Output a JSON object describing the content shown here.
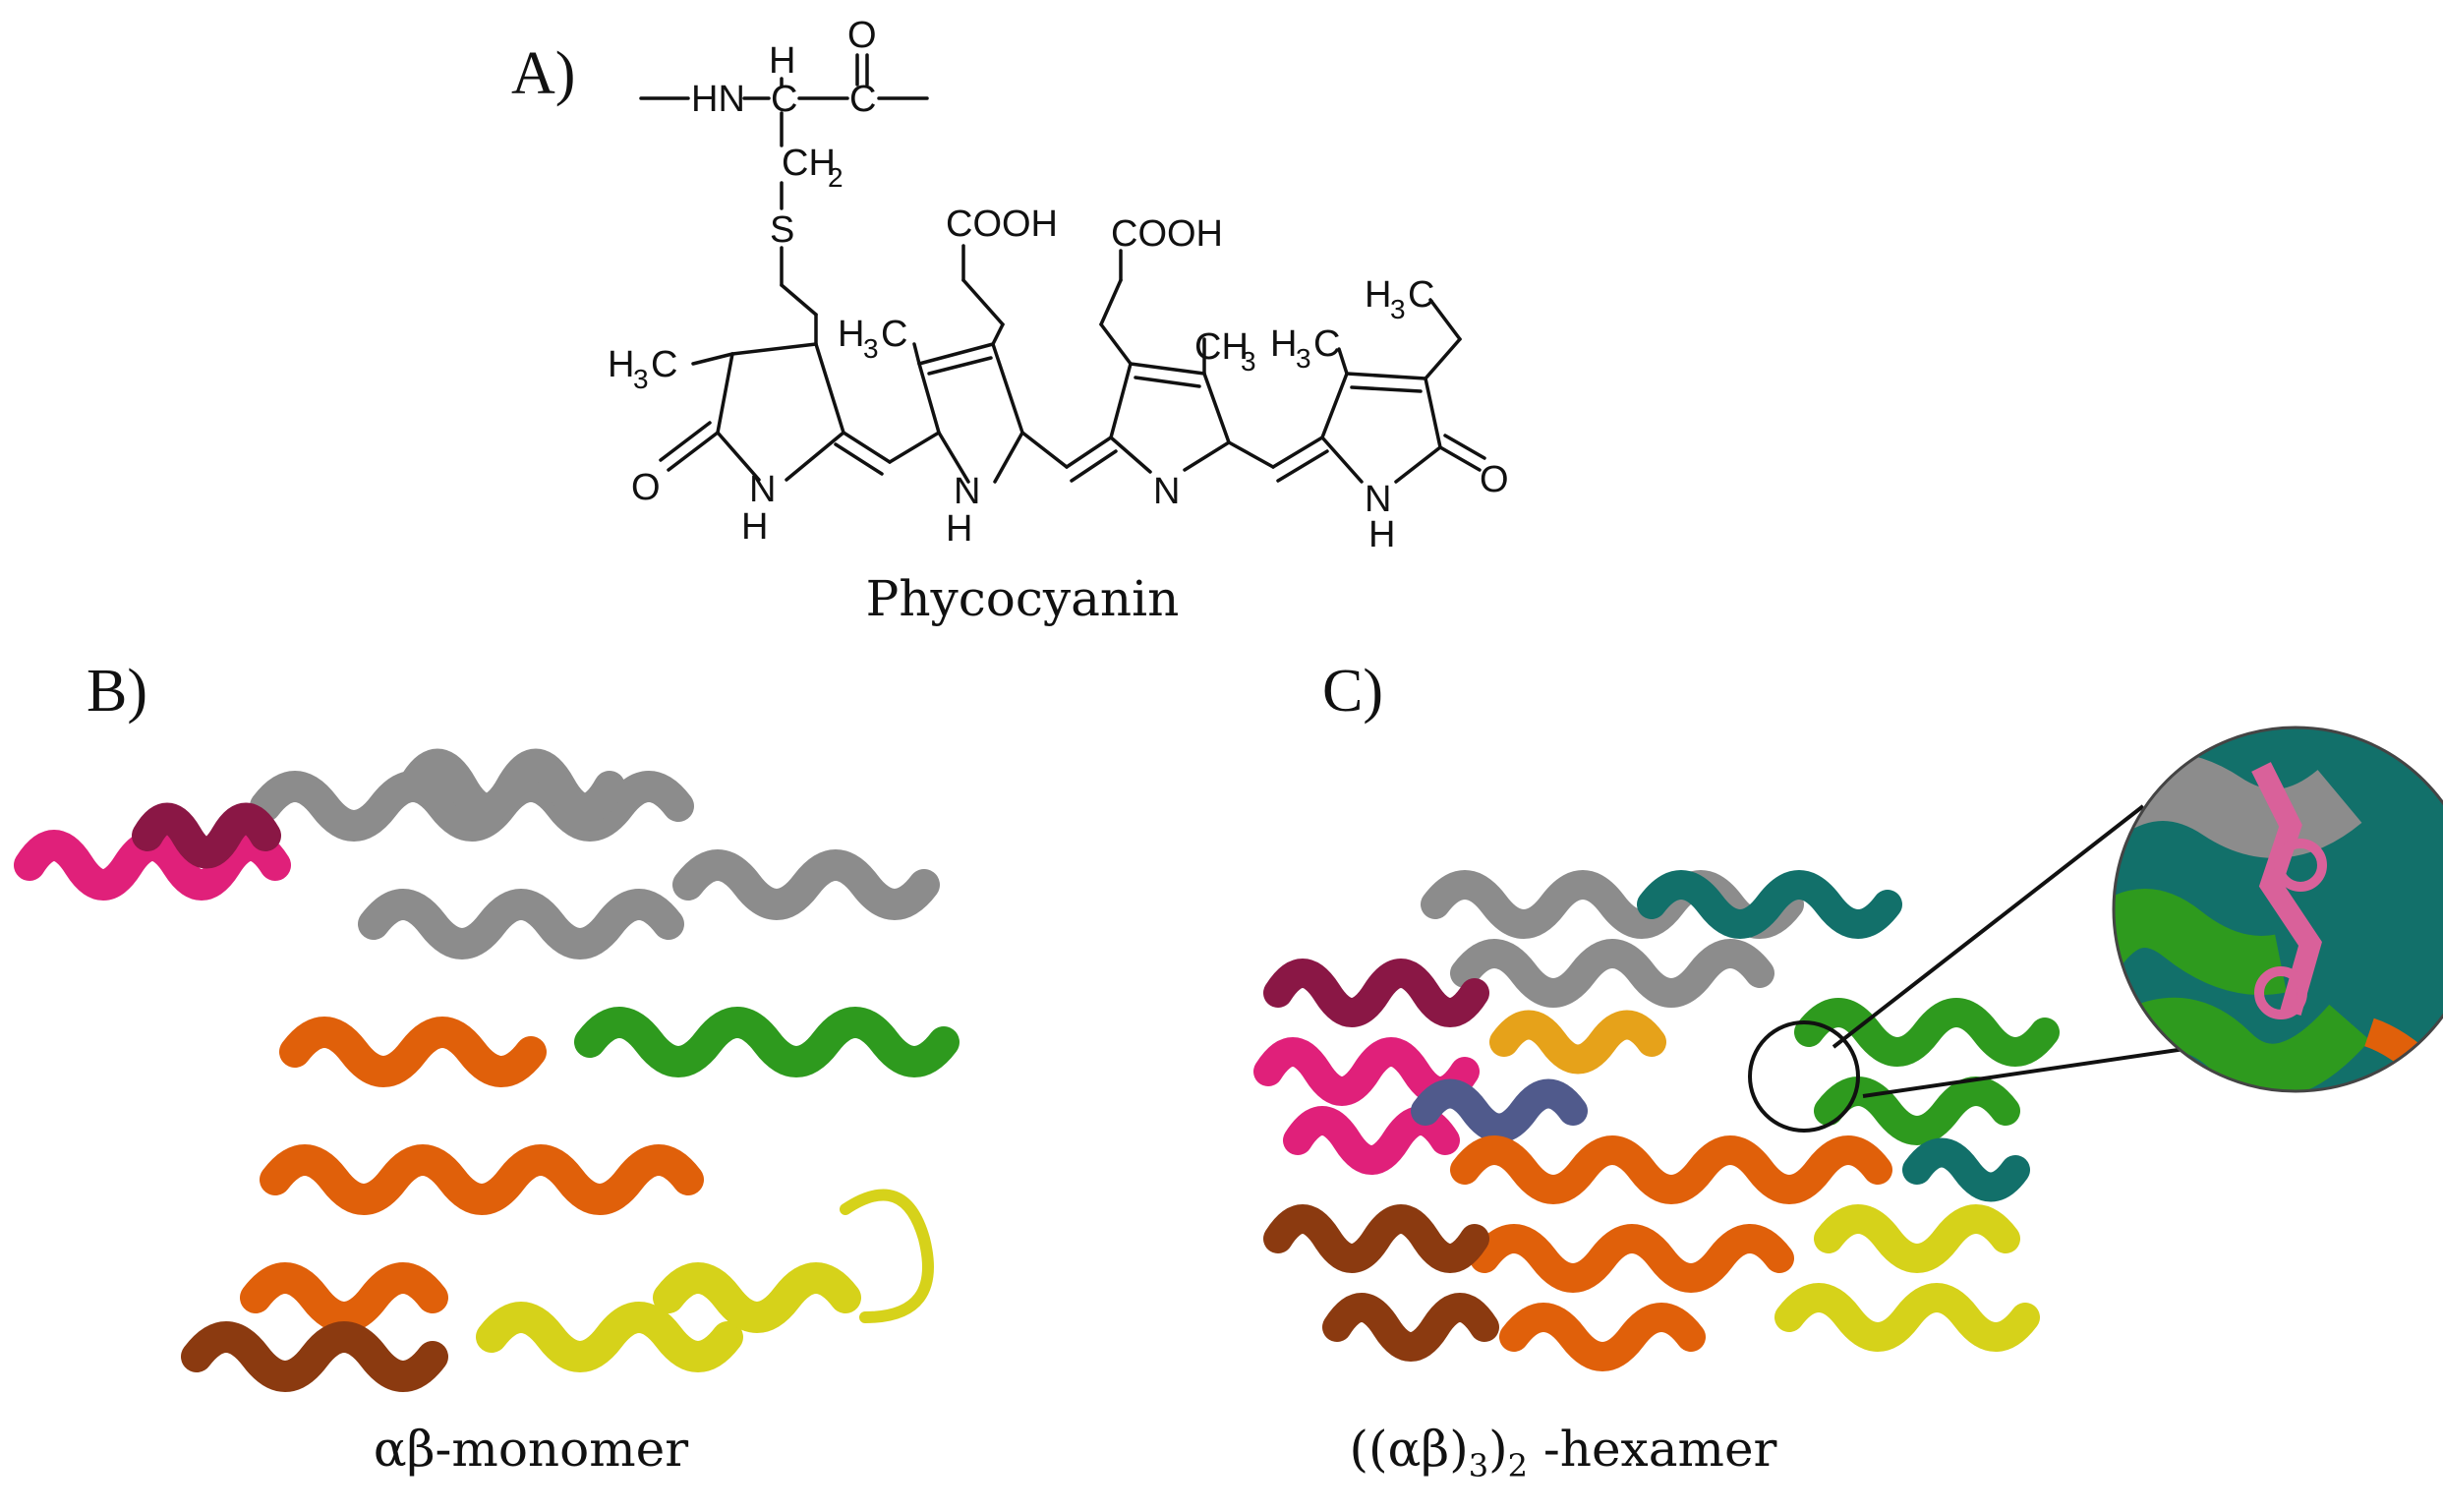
{
  "panels": {
    "a": {
      "label": "A)",
      "caption": "Phycocyanin"
    },
    "b": {
      "label": "B)",
      "caption": "αβ-monomer"
    },
    "c": {
      "label": "C)",
      "caption_pre": "((αβ)",
      "caption_sub3": "3",
      "caption_mid": ")",
      "caption_sub2": "2",
      "caption_post": " -hexamer"
    }
  },
  "chem_labels": {
    "nh": "HN",
    "h": "H",
    "c1": "C",
    "c2": "C",
    "o": "O",
    "ch2": "CH",
    "ch2_sub": "2",
    "s": "S",
    "cooh1": "COOH",
    "cooh2": "COOH",
    "h3c_a": "H",
    "h3c_a_sub": "3",
    "h3c_a_c": "C",
    "h3c_b": "H",
    "h3c_b_sub": "3",
    "h3c_b_c": "C",
    "ch3_c": "CH",
    "ch3_c_sub": "3",
    "h3c_d": "H",
    "h3c_d_sub": "3",
    "h3c_d_c": "C",
    "h3c_e": "H",
    "h3c_e_sub": "3",
    "h3c_e_c": "C",
    "o_left": "O",
    "o_right": "O",
    "nh1_n": "N",
    "nh1_h": "H",
    "nh2_n": "N",
    "nh2_h": "H",
    "n3": "N",
    "nh4_n": "N",
    "nh4_h": "H"
  },
  "colors": {
    "gray": "#8c8c8c",
    "magenta": "#e0207a",
    "maroon": "#8a1745",
    "orange": "#e0600a",
    "brown": "#8b3a10",
    "green": "#2e9a1e",
    "yellow": "#d6d21a",
    "teal": "#12706a",
    "slate": "#505a8c",
    "gold": "#e6a21a",
    "pink": "#d9619a"
  }
}
